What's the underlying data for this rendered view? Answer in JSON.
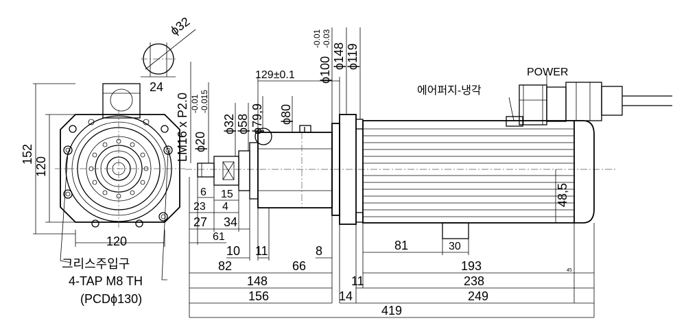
{
  "side_view": {
    "power_label": "POWER",
    "air_purge_label": "에어퍼지-냉각",
    "dims": {
      "overall": "129±0.1",
      "d100": "ϕ100",
      "d100_tol_upper": "-0.01",
      "d100_tol_lower": "-0.03",
      "d148": "ϕ148",
      "d119": "ϕ119",
      "thread": "LM16 x P2.0",
      "d20": "ϕ20",
      "d20_tol_upper": "-0.01",
      "d20_tol_lower": "-0.015",
      "d32": "ϕ32",
      "d58": "ϕ58",
      "d79": "ϕ79,9",
      "d80": "ϕ80",
      "v6": "6",
      "v15": "15",
      "v23": "23",
      "v4": "4",
      "v27": "27",
      "v34": "34",
      "v61": "61",
      "v10": "10",
      "v11a": "11",
      "v8": "8",
      "v82": "82",
      "v66": "66",
      "v81": "81",
      "v30": "30",
      "v193": "193",
      "v148": "148",
      "v11b": "11",
      "v238": "238",
      "v156": "156",
      "v14": "14",
      "v249": "249",
      "v419": "419",
      "v48_5": "48,5",
      "v45": "45"
    }
  },
  "front_view": {
    "d32": "ϕ32",
    "w24": "24",
    "h152": "152",
    "h120": "120",
    "w120": "120",
    "grease_label": "그리스주입구",
    "tap_label": "4-TAP M8 TH",
    "pcd_label": "(PCDϕ130)"
  }
}
